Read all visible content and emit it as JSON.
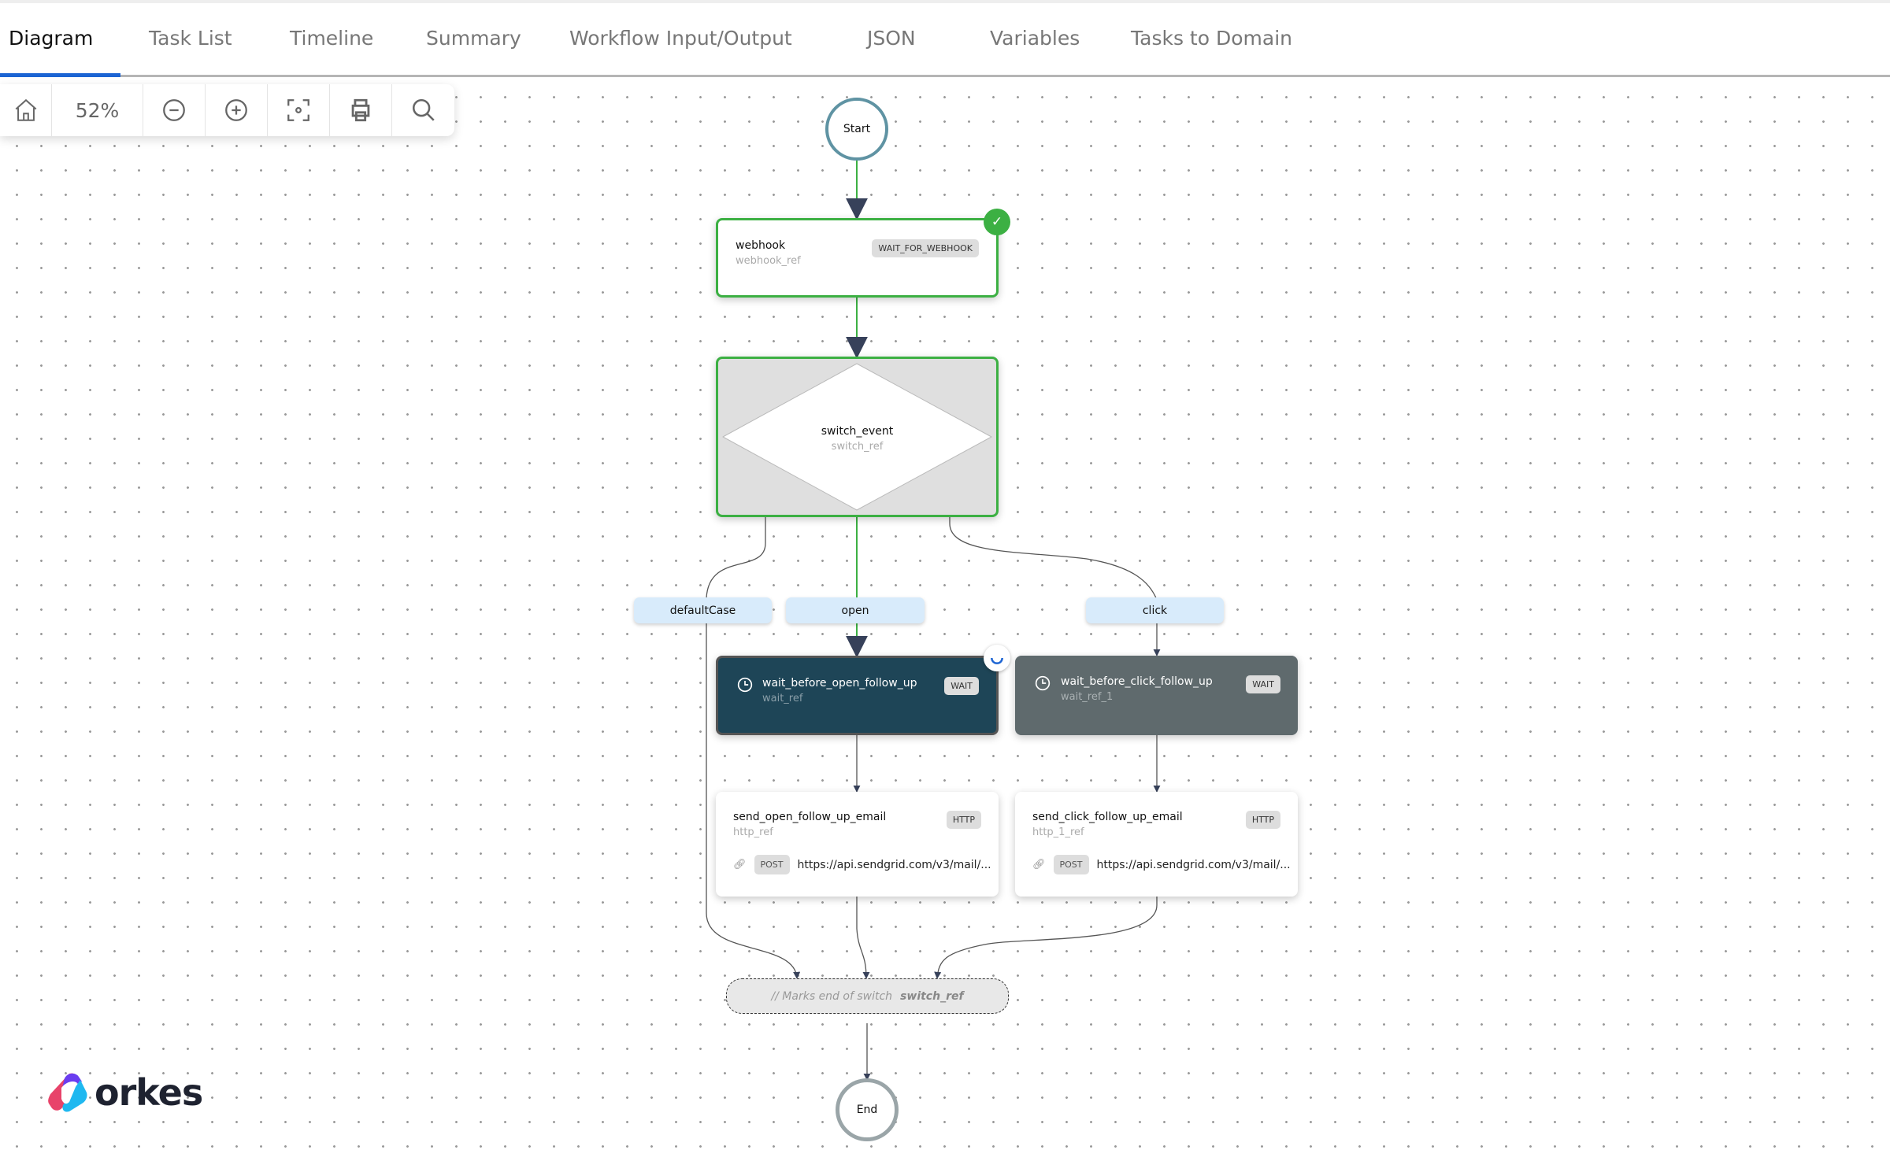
{
  "tabs": [
    {
      "label": "Diagram",
      "active": true
    },
    {
      "label": "Task List"
    },
    {
      "label": "Timeline"
    },
    {
      "label": "Summary"
    },
    {
      "label": "Workflow Input/Output"
    },
    {
      "label": "JSON"
    },
    {
      "label": "Variables"
    },
    {
      "label": "Tasks to Domain"
    }
  ],
  "toolbar": {
    "zoom": "52%",
    "icons": [
      "home-icon",
      "zoom-out-icon",
      "zoom-in-icon",
      "fit-icon",
      "print-icon",
      "search-icon"
    ]
  },
  "colors": {
    "accent": "#1c64d3",
    "success": "#3cb043",
    "running_node": "#1e4557",
    "pending_node": "#5f6a6d",
    "branch_label": "#d8ebfb"
  },
  "diagram": {
    "start": "Start",
    "end": "End",
    "webhook": {
      "name": "webhook",
      "ref": "webhook_ref",
      "type": "WAIT_FOR_WEBHOOK",
      "status": "completed"
    },
    "switch": {
      "name": "switch_event",
      "ref": "switch_ref"
    },
    "branches": [
      "defaultCase",
      "open",
      "click"
    ],
    "wait_open": {
      "name": "wait_before_open_follow_up",
      "ref": "wait_ref",
      "type": "WAIT",
      "status": "in-progress"
    },
    "wait_click": {
      "name": "wait_before_click_follow_up",
      "ref": "wait_ref_1",
      "type": "WAIT"
    },
    "http_open": {
      "name": "send_open_follow_up_email",
      "ref": "http_ref",
      "type": "HTTP",
      "method": "POST",
      "url": "https://api.sendgrid.com/v3/mail/..."
    },
    "http_click": {
      "name": "send_click_follow_up_email",
      "ref": "http_1_ref",
      "type": "HTTP",
      "method": "POST",
      "url": "https://api.sendgrid.com/v3/mail/..."
    },
    "join": {
      "prefix": "// Marks end of switch",
      "ref": "switch_ref"
    }
  },
  "logo": "orkes"
}
